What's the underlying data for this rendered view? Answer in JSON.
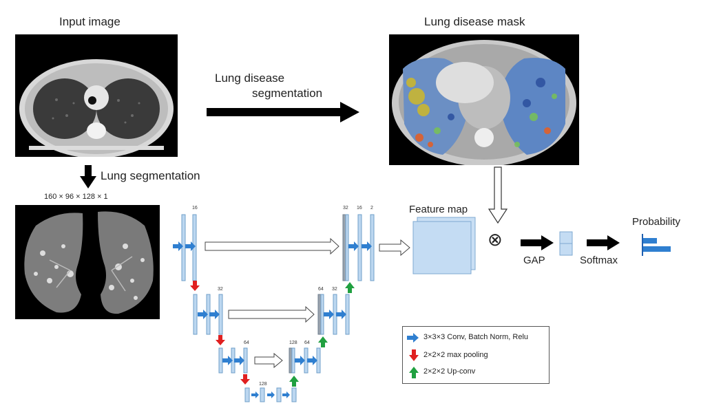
{
  "labels": {
    "input_image": "Input image",
    "lung_disease_mask": "Lung disease mask",
    "lung_disease_segmentation_line1": "Lung disease",
    "lung_disease_segmentation_line2": "segmentation",
    "lung_segmentation": "Lung segmentation",
    "dims": "160 × 96 × 128 × 1",
    "feature_map": "Feature map",
    "gap": "GAP",
    "softmax": "Softmax",
    "probability": "Probability",
    "multiply_symbol": "⊗"
  },
  "unet_channels": {
    "enc1": "16",
    "enc2": "32",
    "enc3": "64",
    "bottom": "128",
    "dec3_concat": "128",
    "dec3_out": "64",
    "dec2_concat": "64",
    "dec2_out": "32",
    "dec1_concat": "32",
    "dec1_out": "16",
    "final": "2"
  },
  "legend": {
    "conv": "3×3×3 Conv, Batch Norm, Relu",
    "pool": "2×2×2 max pooling",
    "upconv": "2×2×2 Up-conv"
  },
  "colors": {
    "conv_arrow": "#2f7fd0",
    "pool_arrow": "#e02020",
    "upconv_arrow": "#20a040",
    "block_fill": "#bcd7f0",
    "block_stroke": "#6f9fc9"
  },
  "icons": {
    "multiply": "circled-times-icon",
    "probability": "horizontal-bar-icon"
  }
}
